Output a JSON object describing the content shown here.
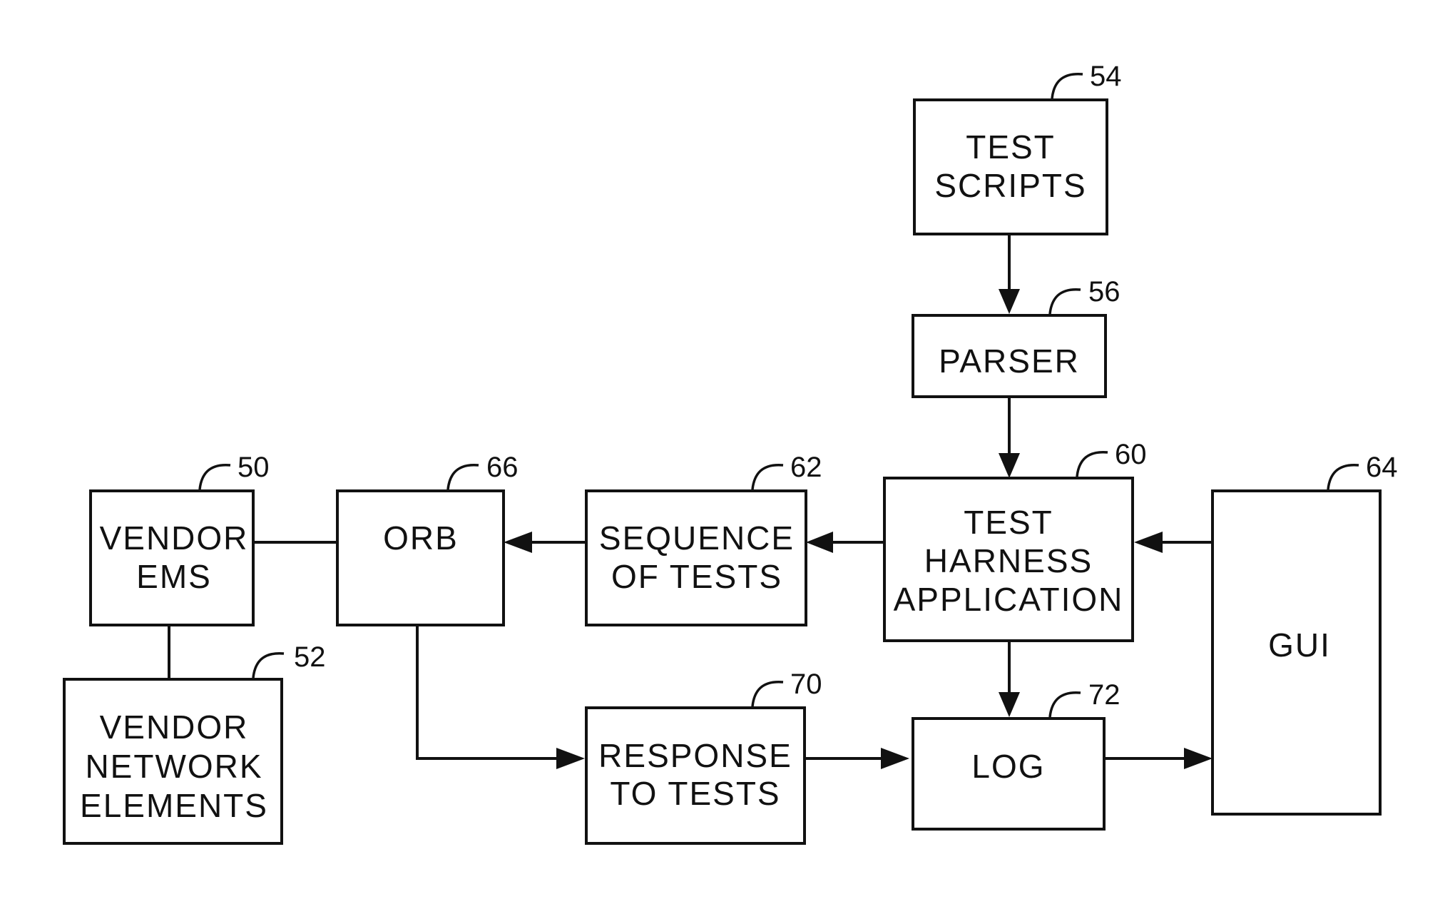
{
  "diagram": {
    "nodes": {
      "test_scripts": {
        "lines": [
          "TEST",
          "SCRIPTS"
        ],
        "ref": "54"
      },
      "parser": {
        "lines": [
          "PARSER"
        ],
        "ref": "56"
      },
      "test_harness": {
        "lines": [
          "TEST",
          "HARNESS",
          "APPLICATION"
        ],
        "ref": "60"
      },
      "sequence_of_tests": {
        "lines": [
          "SEQUENCE",
          "OF TESTS"
        ],
        "ref": "62"
      },
      "orb": {
        "lines": [
          "ORB"
        ],
        "ref": "66"
      },
      "vendor_ems": {
        "lines": [
          "VENDOR",
          "EMS"
        ],
        "ref": "50"
      },
      "vendor_network_elements": {
        "lines": [
          "VENDOR",
          "NETWORK",
          "ELEMENTS"
        ],
        "ref": "52"
      },
      "gui": {
        "lines": [
          "GUI"
        ],
        "ref": "64"
      },
      "response_to_tests": {
        "lines": [
          "RESPONSE",
          "TO TESTS"
        ],
        "ref": "70"
      },
      "log": {
        "lines": [
          "LOG"
        ],
        "ref": "72"
      }
    },
    "edges": [
      {
        "from": "test_scripts",
        "to": "parser",
        "arrow": true
      },
      {
        "from": "parser",
        "to": "test_harness",
        "arrow": true
      },
      {
        "from": "test_harness",
        "to": "sequence_of_tests",
        "arrow": true
      },
      {
        "from": "sequence_of_tests",
        "to": "orb",
        "arrow": true
      },
      {
        "from": "gui",
        "to": "test_harness",
        "arrow": true
      },
      {
        "from": "test_harness",
        "to": "log",
        "arrow": true
      },
      {
        "from": "orb",
        "to": "response_to_tests",
        "arrow": true
      },
      {
        "from": "response_to_tests",
        "to": "log",
        "arrow": true
      },
      {
        "from": "log",
        "to": "gui",
        "arrow": true
      },
      {
        "from": "vendor_ems",
        "to": "orb",
        "arrow": false
      },
      {
        "from": "vendor_ems",
        "to": "vendor_network_elements",
        "arrow": false
      }
    ]
  }
}
